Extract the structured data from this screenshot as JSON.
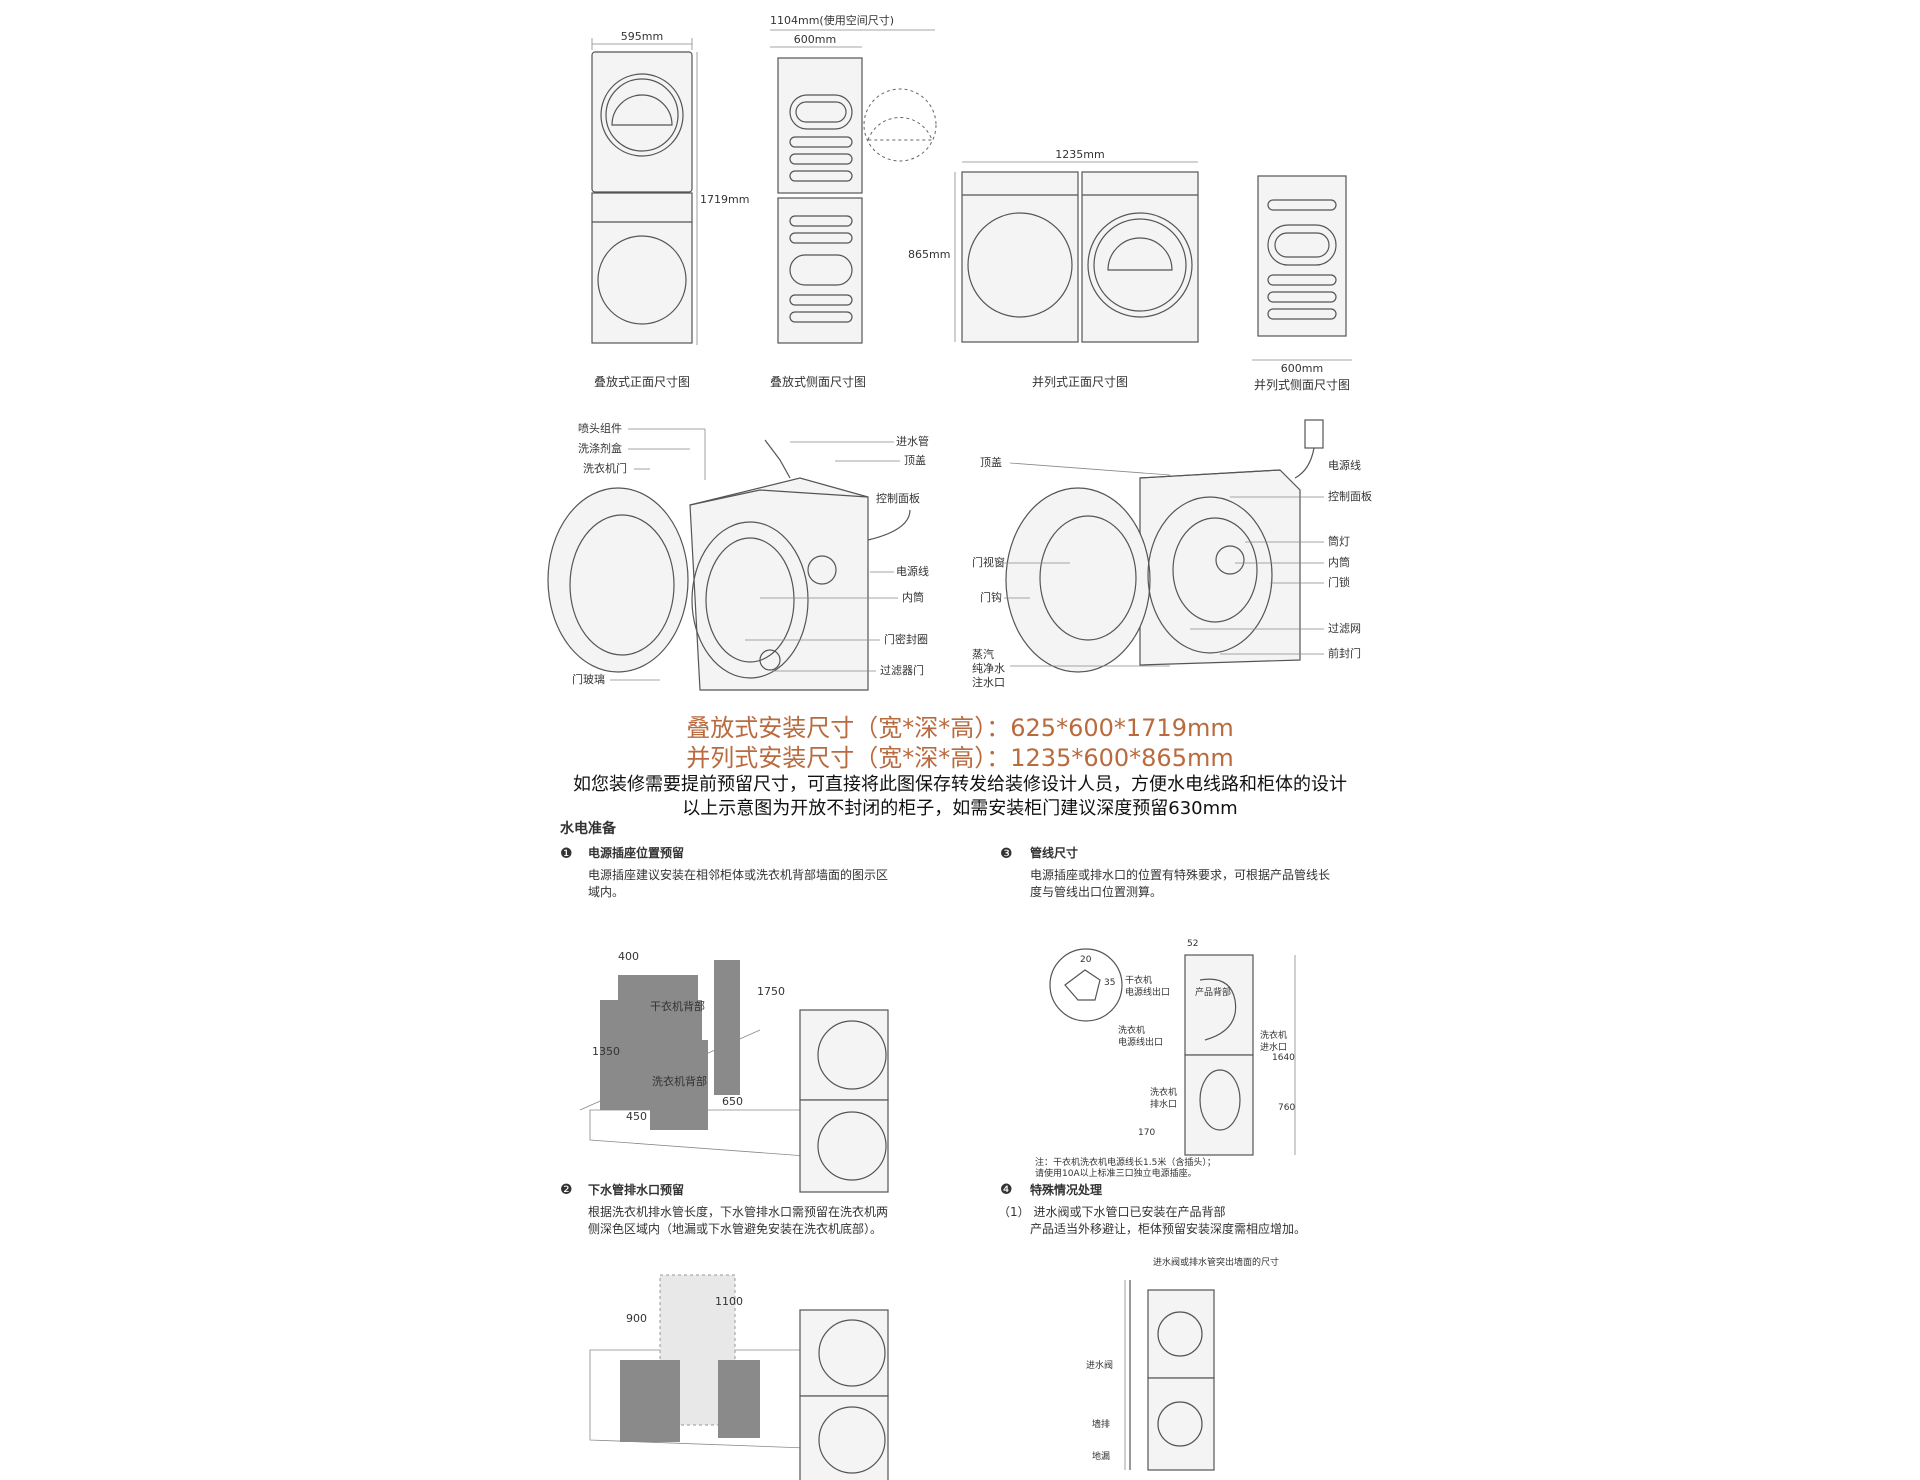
{
  "top": {
    "dim_595": "595mm",
    "dim_1719": "1719mm",
    "dim_1104": "1104mm(使用空间尺寸)",
    "dim_600_top": "600mm",
    "dim_1235": "1235mm",
    "dim_865": "865mm",
    "dim_600_side": "600mm",
    "caption_stack_front": "叠放式正面尺寸图",
    "caption_stack_side": "叠放式侧面尺寸图",
    "caption_side_front": "并列式正面尺寸图",
    "caption_side_side": "并列式侧面尺寸图"
  },
  "washer_labels": {
    "nozzle": "喷头组件",
    "detergent": "洗涤剂盒",
    "door": "洗衣机门",
    "door_glass": "门玻璃",
    "inlet": "进水管",
    "top_cover": "顶盖",
    "panel": "控制面板",
    "power": "电源线",
    "drum": "内筒",
    "seal": "门密封圈",
    "filter": "过滤器门"
  },
  "dryer_labels": {
    "top_cover": "顶盖",
    "window": "门视窗",
    "hook": "门钩",
    "steam": "蒸汽",
    "pure": "纯净水",
    "inlet": "注水口",
    "power": "电源线",
    "panel": "控制面板",
    "lamp": "筒灯",
    "drum": "内筒",
    "lock": "门锁",
    "filter": "过滤网",
    "front": "前封门"
  },
  "headline": {
    "stack": "叠放式安装尺寸（宽*深*高）：625*600*1719mm",
    "side": "并列式安装尺寸（宽*深*高）：1235*600*865mm",
    "note1": "如您装修需要提前预留尺寸，可直接将此图保存转发给装修设计人员，方便水电线路和柜体的设计",
    "note2": "以上示意图为开放不封闭的柜子，如需安装柜门建议深度预留630mm"
  },
  "prep": {
    "title": "水电准备",
    "s1_num": "❶",
    "s1_title": "电源插座位置预留",
    "s1_text1": "电源插座建议安装在相邻柜体或洗衣机背部墙面的图示区",
    "s1_text2": "域内。",
    "s2_num": "❷",
    "s2_title": "下水管排水口预留",
    "s2_text1": "根据洗衣机排水管长度，下水管排水口需预留在洗衣机两",
    "s2_text2": "侧深色区域内（地漏或下水管避免安装在洗衣机底部）。",
    "s3_num": "❸",
    "s3_title": "管线尺寸",
    "s3_text1": "电源插座或排水口的位置有特殊要求，可根据产品管线长",
    "s3_text2": "度与管线出口位置测算。",
    "s4_num": "❹",
    "s4_title": "特殊情况处理",
    "s4_text1": "（1）  进水阀或下水管口已安装在产品背部",
    "s4_text2": "产品适当外移避让，柜体预留安装深度需相应增加。"
  },
  "fig1": {
    "d400": "400",
    "d1750": "1750",
    "d1350": "1350",
    "d450": "450",
    "d650": "650",
    "dryer_back": "干衣机背部",
    "washer_back": "洗衣机背部"
  },
  "fig2": {
    "d900": "900",
    "d1100": "1100"
  },
  "fig3": {
    "d52": "52",
    "d20": "20",
    "d35": "35",
    "d1640": "1640",
    "d760": "760",
    "d170": "170",
    "back": "产品背部",
    "dryer_power1": "干衣机",
    "dryer_power2": "电源线出口",
    "washer_power1": "洗衣机",
    "washer_power2": "电源线出口",
    "washer_inlet1": "洗衣机",
    "washer_inlet2": "进水口",
    "washer_drain1": "洗衣机",
    "washer_drain2": "排水口",
    "note1": "注：干衣机洗衣机电源线长1.5米（含插头）；",
    "note2": "请使用10A以上标准三口独立电源插座。"
  },
  "fig4": {
    "top_note": "进水阀或排水管突出墙面的尺寸",
    "valve": "进水阀",
    "wall_drain": "墙排",
    "floor_drain": "地漏"
  }
}
